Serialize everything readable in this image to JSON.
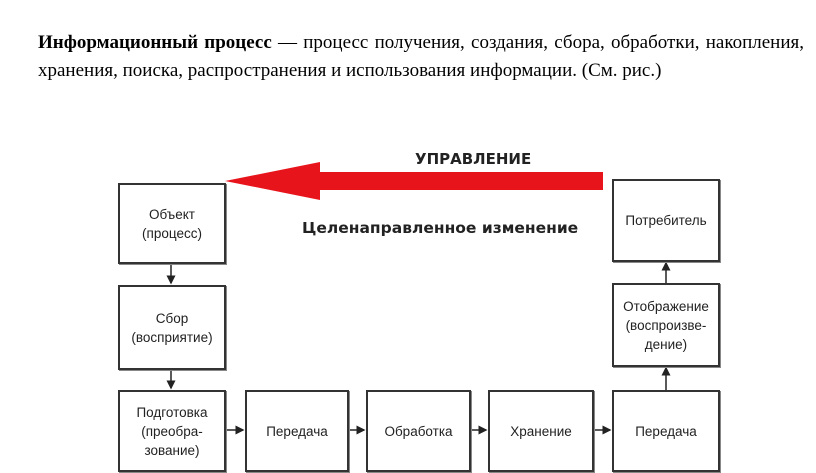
{
  "paragraph": {
    "term": "Информационный процесс",
    "definition": " — процесс получения, создания, сбора, обработки, накопления, хранения, поиска, распространения и использования информации. (См. рис.)"
  },
  "diagram": {
    "control_label": "УПРАВЛЕНИЕ",
    "change_label": "Целенаправленное изменение",
    "arrow_color": "#e8141c",
    "boxes": {
      "object": "Объект (процесс)",
      "collect": "Сбор (восприятие)",
      "prepare": "Подготовка (преобра- зование)",
      "transfer1": "Передача",
      "process": "Обработка",
      "store": "Хранение",
      "transfer2": "Передача",
      "display": "Отображение (воспроизве- дение)",
      "consumer": "Потребитель"
    }
  }
}
